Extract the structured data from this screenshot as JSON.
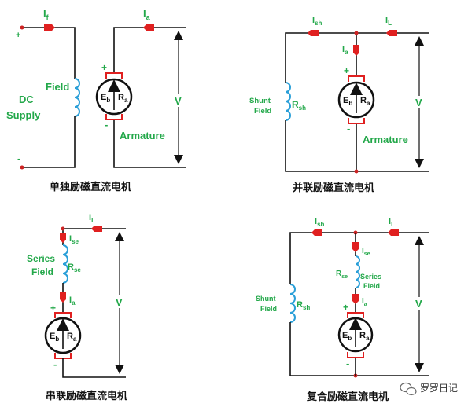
{
  "colors": {
    "wire": "#111111",
    "label": "#23a84a",
    "arrow": "#e02020",
    "dot": "#cc2222",
    "coil": "#2a9fd8",
    "terminal": "#e02020"
  },
  "d1": {
    "i_f": "I",
    "i_f_sub": "f",
    "i_a": "I",
    "i_a_sub": "a",
    "plus": "+",
    "minus": "-",
    "dc_line1": "DC",
    "dc_line2": "Supply",
    "field": "Field",
    "eb": "E",
    "eb_sub": "b",
    "ra": "R",
    "ra_sub": "a",
    "armature": "Armature",
    "v": "V",
    "caption": "单独励磁直流电机"
  },
  "d2": {
    "i_sh": "I",
    "i_sh_sub": "sh",
    "i_l": "I",
    "i_l_sub": "L",
    "i_a": "I",
    "i_a_sub": "a",
    "shunt_line1": "Shunt",
    "shunt_line2": "Field",
    "rsh": "R",
    "rsh_sub": "sh",
    "eb": "E",
    "eb_sub": "b",
    "ra": "R",
    "ra_sub": "a",
    "plus": "+",
    "minus": "-",
    "armature": "Armature",
    "v": "V",
    "caption": "并联励磁直流电机"
  },
  "d3": {
    "i_l": "I",
    "i_l_sub": "L",
    "i_se": "I",
    "i_se_sub": "se",
    "series_line1": "Series",
    "series_line2": "Field",
    "rse": "R",
    "rse_sub": "se",
    "i_a": "I",
    "i_a_sub": "a",
    "eb": "E",
    "eb_sub": "b",
    "ra": "R",
    "ra_sub": "a",
    "plus": "+",
    "minus": "-",
    "v": "V",
    "caption": "串联励磁直流电机"
  },
  "d4": {
    "i_sh": "I",
    "i_sh_sub": "sh",
    "i_l": "I",
    "i_l_sub": "L",
    "i_se": "I",
    "i_se_sub": "se",
    "rse": "R",
    "rse_sub": "se",
    "series_line1": "Series",
    "series_line2": "Field",
    "i_a": "I",
    "i_a_sub": "a",
    "shunt_line1": "Shunt",
    "shunt_line2": "Field",
    "rsh": "R",
    "rsh_sub": "sh",
    "eb": "E",
    "eb_sub": "b",
    "ra": "R",
    "ra_sub": "a",
    "plus": "+",
    "minus": "-",
    "v": "V",
    "caption": "复合励磁直流电机"
  },
  "watermark": "罗罗日记"
}
